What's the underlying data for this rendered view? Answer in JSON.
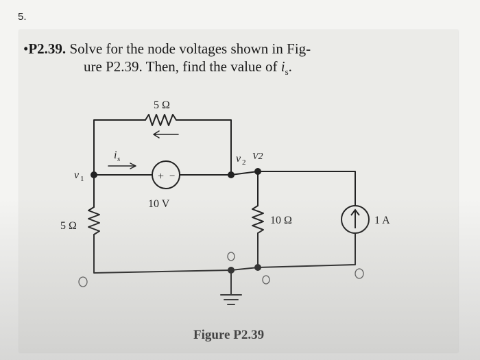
{
  "page": {
    "question_number": "5."
  },
  "problem": {
    "bullet": "•",
    "id": "P2.39.",
    "line1": "Solve for the node voltages shown in Fig-",
    "line2_prefix": "ure P2.39. Then, find the value of ",
    "line2_var": "i",
    "line2_sub": "s",
    "line2_suffix": "."
  },
  "circuit": {
    "r_top_label": "5 Ω",
    "r_left_label": "5 Ω",
    "r_mid_label": "10 Ω",
    "current_source_label": "1 A",
    "voltage_source_label": "10 V",
    "plus_sign": "+",
    "minus_sign": "−",
    "node_v1_label": "v",
    "node_v1_sub": "1",
    "node_v2_label": "v",
    "node_v2_sub": "2",
    "handwritten_v2": "V2",
    "current_label": "i",
    "current_sub": "s"
  },
  "figure": {
    "caption": "Figure P2.39"
  }
}
